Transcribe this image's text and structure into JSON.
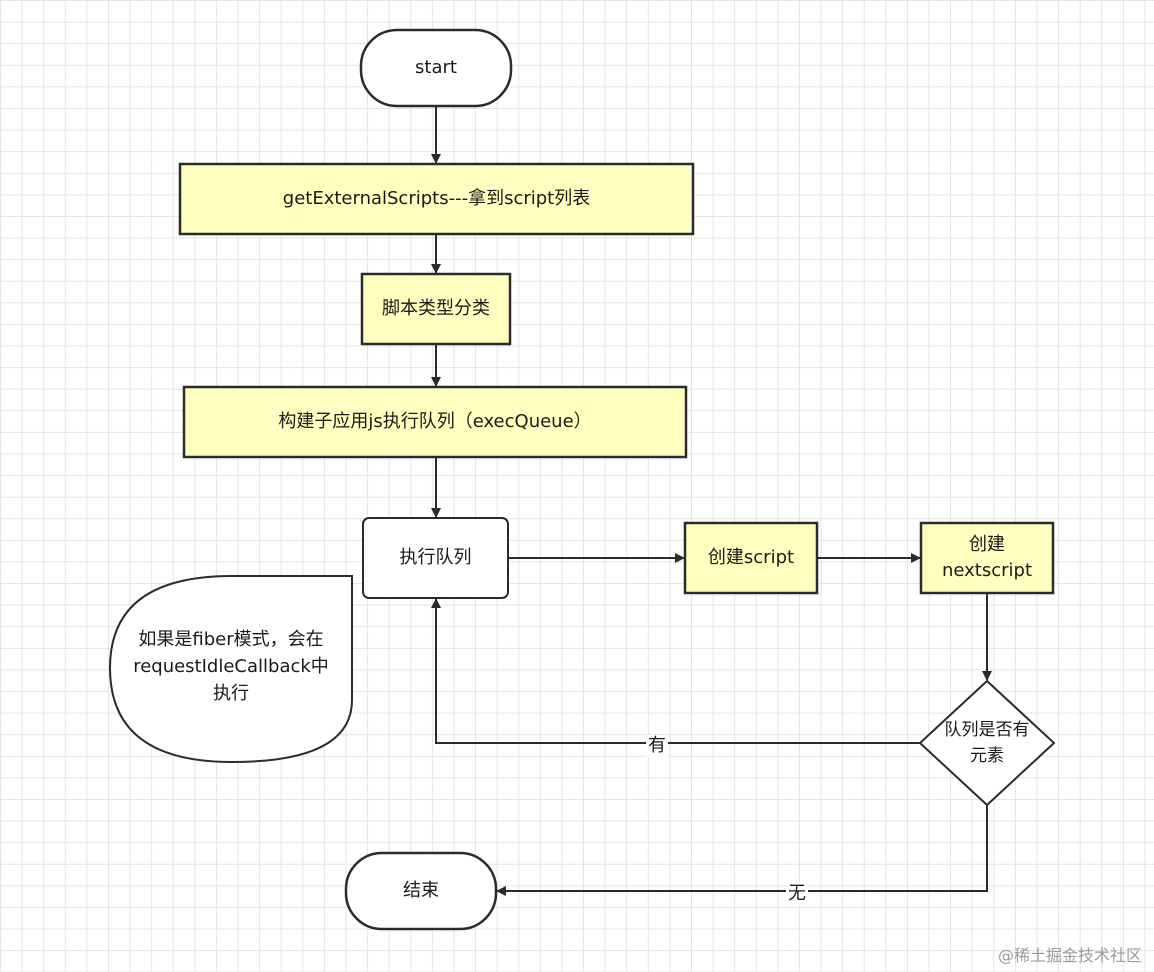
{
  "nodes": {
    "start": "start",
    "get_scripts": "getExternalScripts---拿到script列表",
    "classify": "脚本类型分类",
    "build_queue": "构建子应用js执行队列（execQueue）",
    "exec_queue": "执行队列",
    "create_script": "创建script",
    "create_next": "创建\nnextscript",
    "decision": "队列是否有\n元素",
    "end": "结束"
  },
  "note": "如果是fiber模式，会在\nrequestIdleCallback中\n执行",
  "edges": {
    "yes": "有",
    "no": "无"
  },
  "watermark": "@稀土掘金技术社区",
  "colors": {
    "stroke": "#2b2b2b",
    "process_fill": "#ffffc0",
    "terminal_fill": "#ffffff"
  }
}
